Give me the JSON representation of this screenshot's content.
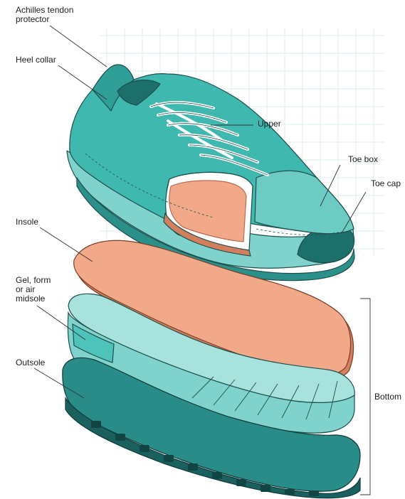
{
  "labels": {
    "achilles": "Achilles tendon protector",
    "heel_collar": "Heel collar",
    "upper": "Upper",
    "toe_box": "Toe box",
    "toe_cap": "Toe cap",
    "insole": "Insole",
    "midsole": "Gel, form or air midsole",
    "outsole": "Outsole",
    "bottom": "Bottom"
  },
  "colors": {
    "shoe_main": "#3fb8b0",
    "shoe_light": "#7fd3cc",
    "shoe_dark": "#1d6f6c",
    "outsole_dark": "#19605e",
    "insole": "#f2a98a",
    "insole_edge": "#d27f5e",
    "laces": "#ffffff",
    "grid": "#d9ecee",
    "leader_line": "#333333"
  }
}
